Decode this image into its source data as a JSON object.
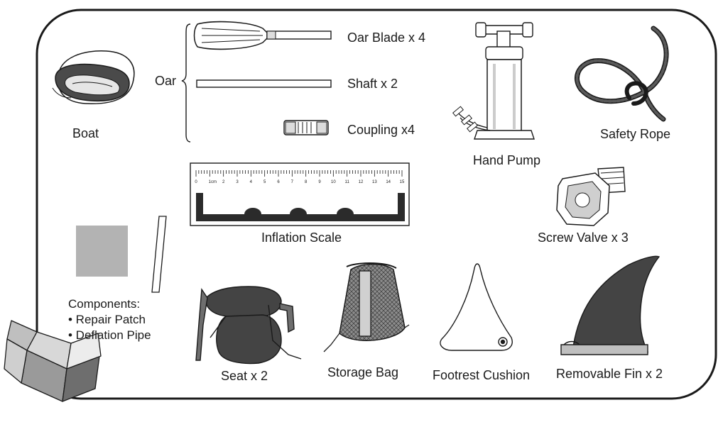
{
  "labels": {
    "boat": "Boat",
    "oar": "Oar",
    "oar_blade": "Oar Blade x 4",
    "shaft": "Shaft x 2",
    "coupling": "Coupling x4",
    "hand_pump": "Hand Pump",
    "safety_rope": "Safety Rope",
    "inflation_scale": "Inflation Scale",
    "screw_valve": "Screw Valve x 3",
    "components_heading": "Components:",
    "repair_patch": "• Repair Patch",
    "deflation_pipe": "• Deflation Pipe",
    "seat": "Seat x 2",
    "storage_bag": "Storage Bag",
    "footrest_cushion": "Footrest Cushion",
    "removable_fin": "Removable Fin x 2"
  },
  "scale_ticks": [
    "0",
    "1cm",
    "2",
    "3",
    "4",
    "5",
    "6",
    "7",
    "8",
    "9",
    "10",
    "11",
    "12",
    "13",
    "14",
    "15"
  ],
  "colors": {
    "outline": "#1a1a1a",
    "dark_fill": "#444444",
    "mid_fill": "#6e6e6e",
    "patch_fill": "#b3b3b3",
    "light_fill": "#e6e6e6"
  }
}
